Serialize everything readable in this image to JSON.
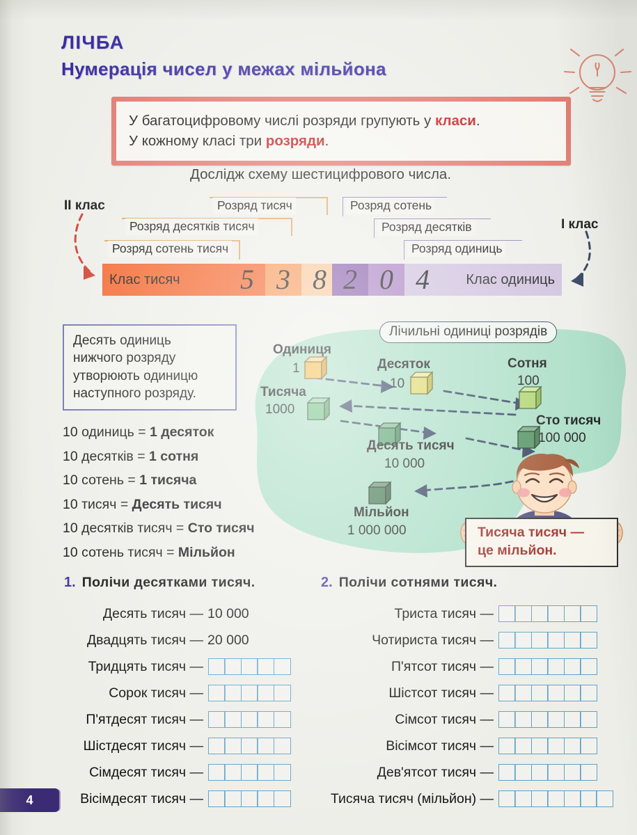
{
  "page": {
    "number": "4",
    "title": "ЛІЧБА",
    "subtitle": "Нумерація чисел у межах мільйона",
    "bulb_icon": "lightbulb-icon"
  },
  "rule_box": {
    "line1_before": "У багатоцифровому числі розряди групують у ",
    "line1_keyword": "класи",
    "line1_after": ".",
    "line2_before": "У кожному класі три ",
    "line2_keyword": "розряди",
    "line2_after": "."
  },
  "lead_text": "Дослідж схему шестицифрового числа.",
  "scheme": {
    "class2_label": "II клас",
    "class1_label": "I клас",
    "left_bar_label": "Клас тисяч",
    "right_bar_label": "Клас одиниць",
    "left_digits": [
      "5",
      "3",
      "8"
    ],
    "right_digits": [
      "2",
      "0",
      "4"
    ],
    "left_brackets": [
      "Розряд тисяч",
      "Розряд десятків тисяч",
      "Розряд сотень тисяч"
    ],
    "right_brackets": [
      "Розряд сотень",
      "Розряд десятків",
      "Розряд одиниць"
    ]
  },
  "info_box": {
    "line1": "Десять одиниць",
    "line2": "нижчого розряду",
    "line3": "утворюють одиницю",
    "line4": "наступного розряду."
  },
  "equations": [
    {
      "left": "10 одиниць = ",
      "right": "1 десяток"
    },
    {
      "left": "10 десятків = ",
      "right": "1 сотня"
    },
    {
      "left": "10 сотень = ",
      "right": "1 тисяча"
    },
    {
      "left": "10 тисяч = ",
      "right": "Десять тисяч"
    },
    {
      "left": "10 десятків тисяч = ",
      "right": "Сто тисяч"
    },
    {
      "left": "10 сотень тисяч = ",
      "right": "Мільйон"
    }
  ],
  "diagram": {
    "badge": "Лічильні одиниці розрядів",
    "units": [
      {
        "name": "Одиниця",
        "value": "1",
        "color": "#f1b63c"
      },
      {
        "name": "Десяток",
        "value": "10",
        "color": "#ddd866"
      },
      {
        "name": "Сотня",
        "value": "100",
        "color": "#aed46e"
      },
      {
        "name": "Тисяча",
        "value": "1000",
        "color": "#69bb7c"
      },
      {
        "name": "Десять тисяч",
        "value": "10 000",
        "color": "#4e9f67"
      },
      {
        "name": "Сто тисяч",
        "value": "100 000",
        "color": "#4c8f5c"
      },
      {
        "name": "Мільйон",
        "value": "1 000 000",
        "color": "#3c7249"
      }
    ],
    "boy_icon": "boy-character-icon",
    "sign_line1": "Тисяча тисяч —",
    "sign_line2": "це мільйон."
  },
  "exercise1": {
    "number": "1.",
    "title": "Полічи десятками тисяч.",
    "rows": [
      {
        "label": "Десять тисяч —",
        "answer": "10 000",
        "cells": 0
      },
      {
        "label": "Двадцять тисяч —",
        "answer": "20 000",
        "cells": 0
      },
      {
        "label": "Тридцять тисяч —",
        "answer": "",
        "cells": 5
      },
      {
        "label": "Сорок тисяч —",
        "answer": "",
        "cells": 5
      },
      {
        "label": "П'ятдесят тисяч —",
        "answer": "",
        "cells": 5
      },
      {
        "label": "Шістдесят тисяч —",
        "answer": "",
        "cells": 5
      },
      {
        "label": "Сімдесят тисяч —",
        "answer": "",
        "cells": 5
      },
      {
        "label": "Вісімдесят тисяч —",
        "answer": "",
        "cells": 5
      }
    ]
  },
  "exercise2": {
    "number": "2.",
    "title": "Полічи сотнями тисяч.",
    "rows": [
      {
        "label": "Триста тисяч —",
        "answer": "",
        "cells": 6
      },
      {
        "label": "Чотириста тисяч —",
        "answer": "",
        "cells": 6
      },
      {
        "label": "П'ятсот тисяч —",
        "answer": "",
        "cells": 6
      },
      {
        "label": "Шістсот тисяч —",
        "answer": "",
        "cells": 6
      },
      {
        "label": "Сімсот тисяч —",
        "answer": "",
        "cells": 6
      },
      {
        "label": "Вісімсот тисяч —",
        "answer": "",
        "cells": 6
      },
      {
        "label": "Дев'ятсот тисяч —",
        "answer": "",
        "cells": 6
      },
      {
        "label": "Тисяча тисяч (мільйон) —",
        "answer": "",
        "cells": 7
      }
    ]
  },
  "colors": {
    "title_purple": "#3c2ca0",
    "rule_border": "#e0796f",
    "keyword_red": "#c62020",
    "orange_bar": "#f4642a",
    "purple_bar": "#cfc0dd",
    "green_blob": "#a8ddc4",
    "cell_blue": "#5fa2c4",
    "sign_red": "#9e2a25"
  }
}
